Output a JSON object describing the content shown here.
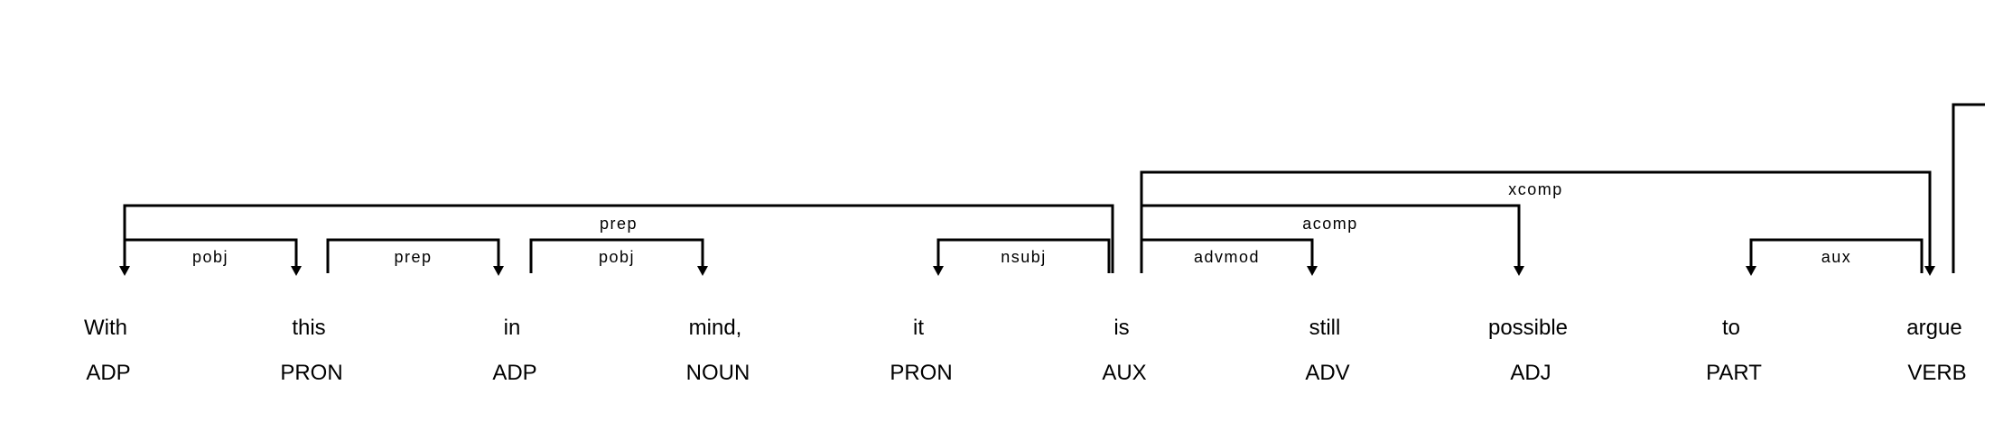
{
  "diagram": {
    "type": "dependency-parse",
    "colors": {
      "foreground": "#000000",
      "background": "#ffffff"
    },
    "tokens": [
      {
        "text": "With",
        "tag": "ADP"
      },
      {
        "text": "this",
        "tag": "PRON"
      },
      {
        "text": "in",
        "tag": "ADP"
      },
      {
        "text": "mind,",
        "tag": "NOUN"
      },
      {
        "text": "it",
        "tag": "PRON"
      },
      {
        "text": "is",
        "tag": "AUX"
      },
      {
        "text": "still",
        "tag": "ADV"
      },
      {
        "text": "possible",
        "tag": "ADJ"
      },
      {
        "text": "to",
        "tag": "PART"
      },
      {
        "text": "argue",
        "tag": "VERB"
      }
    ],
    "arcs": [
      {
        "label": "pobj",
        "head": 0,
        "dep": 1,
        "direction": "right",
        "level": 1
      },
      {
        "label": "prep",
        "head": 1,
        "dep": 2,
        "direction": "right",
        "level": 1
      },
      {
        "label": "pobj",
        "head": 2,
        "dep": 3,
        "direction": "right",
        "level": 1
      },
      {
        "label": "prep",
        "head": 5,
        "dep": 0,
        "direction": "left",
        "level": 2
      },
      {
        "label": "nsubj",
        "head": 5,
        "dep": 4,
        "direction": "left",
        "level": 1
      },
      {
        "label": "advmod",
        "head": 5,
        "dep": 6,
        "direction": "right",
        "level": 1
      },
      {
        "label": "acomp",
        "head": 5,
        "dep": 7,
        "direction": "right",
        "level": 2
      },
      {
        "label": "xcomp",
        "head": 5,
        "dep": 9,
        "direction": "right",
        "level": 3
      },
      {
        "label": "aux",
        "head": 9,
        "dep": 8,
        "direction": "left",
        "level": 1
      }
    ],
    "truncated_arc": {
      "head": 9,
      "label": "",
      "direction": "right"
    }
  }
}
